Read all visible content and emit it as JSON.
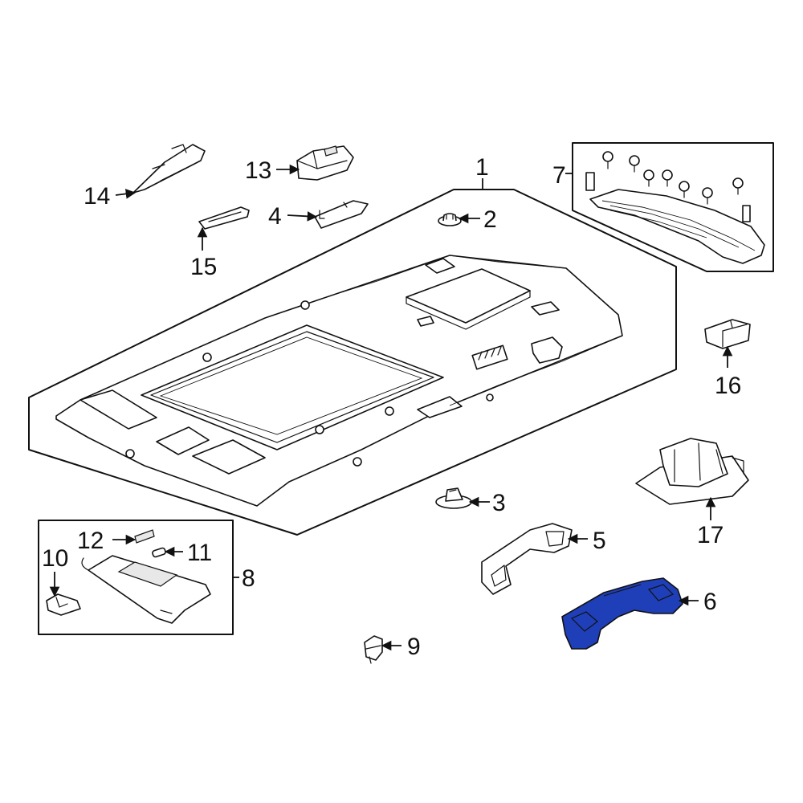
{
  "labels": {
    "l1": "1",
    "l2": "2",
    "l3": "3",
    "l4": "4",
    "l5": "5",
    "l6": "6",
    "l7": "7",
    "l8": "8",
    "l9": "9",
    "l10": "10",
    "l11": "11",
    "l12": "12",
    "l13": "13",
    "l14": "14",
    "l15": "15",
    "l16": "16",
    "l17": "17"
  },
  "colors": {
    "highlight": "#1f3fb8",
    "line": "#111111",
    "background": "#ffffff"
  },
  "highlighted_part": "6"
}
